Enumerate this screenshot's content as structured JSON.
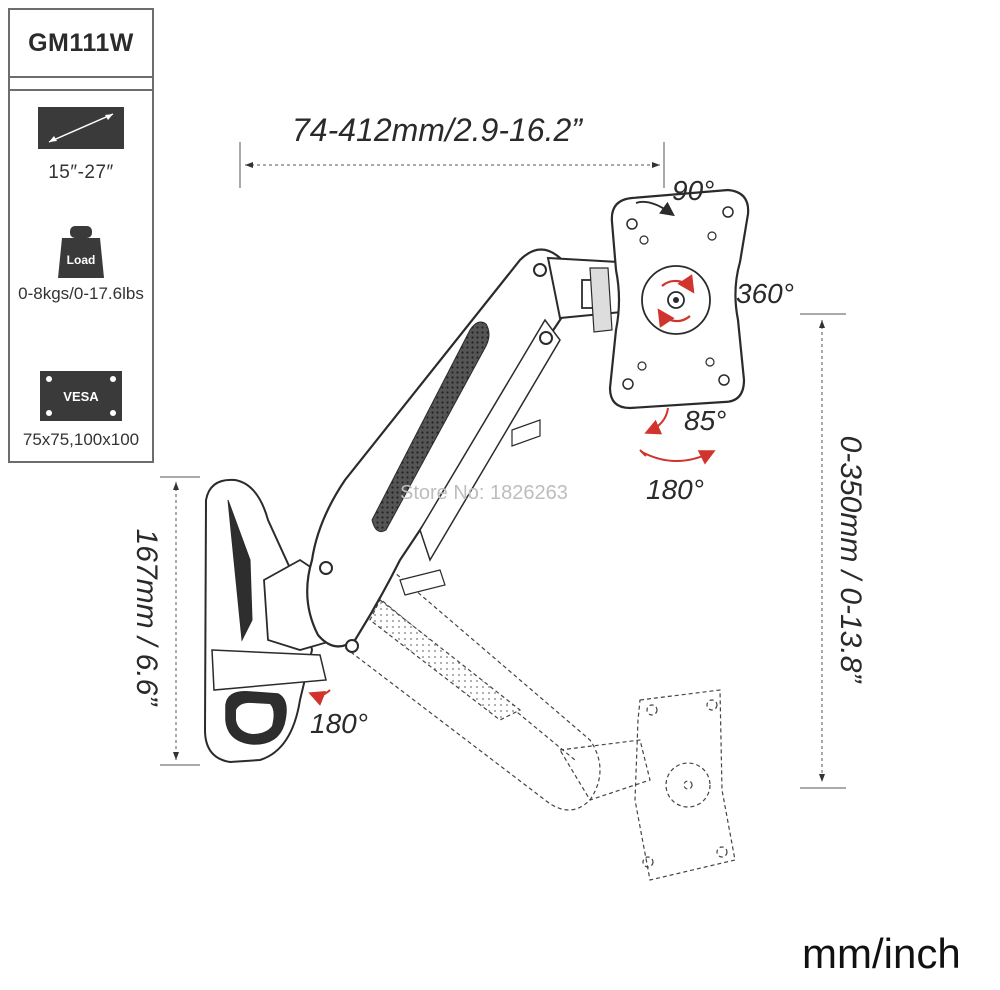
{
  "spec_panel": {
    "model": "GM111W",
    "screen_size": "15″-27″",
    "load_label": "Load",
    "load_capacity": "0-8kgs/0-17.6lbs",
    "vesa_label": "VESA",
    "vesa_sizes": "75x75,100x100",
    "icons": [
      "monitor-diagonal-icon",
      "weight-icon",
      "vesa-plate-icon"
    ]
  },
  "dimensions": {
    "arm_extension": "74-412mm/2.9-16.2”",
    "wall_plate_height": "167mm / 6.6”",
    "height_adjust": "0-350mm / 0-13.8”"
  },
  "angles": {
    "tilt_up": "90°",
    "rotate": "360°",
    "tilt_down": "85°",
    "swivel_head": "180°",
    "swivel_base": "180°"
  },
  "watermark": "Store No: 1826263",
  "units": "mm/inch",
  "colors": {
    "outline": "#2b2b2b",
    "rotation_arrow": "#d0342c",
    "panel_border": "#6d6d6d"
  }
}
